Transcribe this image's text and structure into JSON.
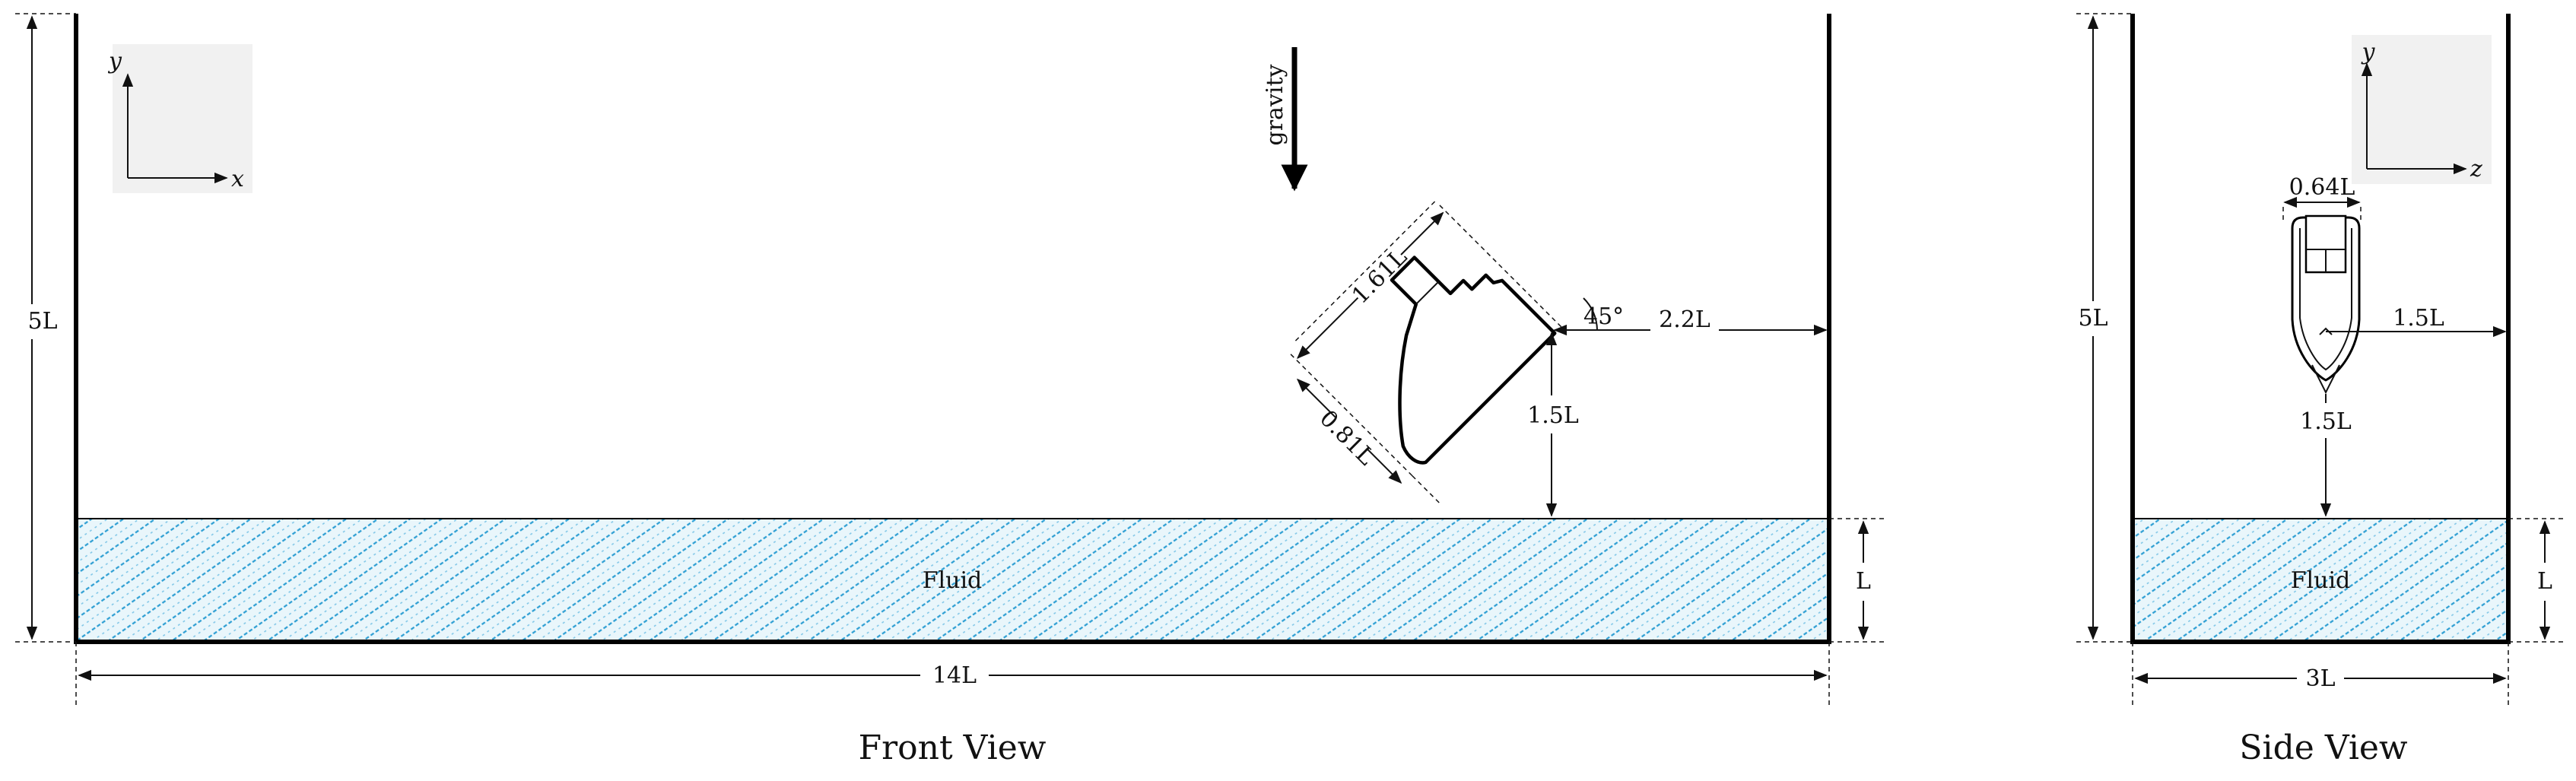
{
  "front_view": {
    "caption": "Front View",
    "axis_x": "x",
    "axis_y": "y",
    "gravity_label": "gravity",
    "height_label": "5L",
    "width_label": "14L",
    "fluid_label": "Fluid",
    "fluid_depth_label": "L",
    "boat_length_label": "1.61L",
    "boat_height_label": "0.81L",
    "angle_label": "45°",
    "wall_distance_label": "2.2L",
    "drop_height_label": "1.5L"
  },
  "side_view": {
    "caption": "Side View",
    "axis_y": "y",
    "axis_z": "z",
    "height_label": "5L",
    "width_label": "3L",
    "fluid_label": "Fluid",
    "fluid_depth_label": "L",
    "boat_width_label": "0.64L",
    "wall_distance_label": "1.5L",
    "drop_height_label": "1.5L"
  },
  "colors": {
    "fluid_fill": "#e9f6fb",
    "fluid_hatch": "#2f9fd3",
    "axis_box": "#f1f1f1"
  }
}
